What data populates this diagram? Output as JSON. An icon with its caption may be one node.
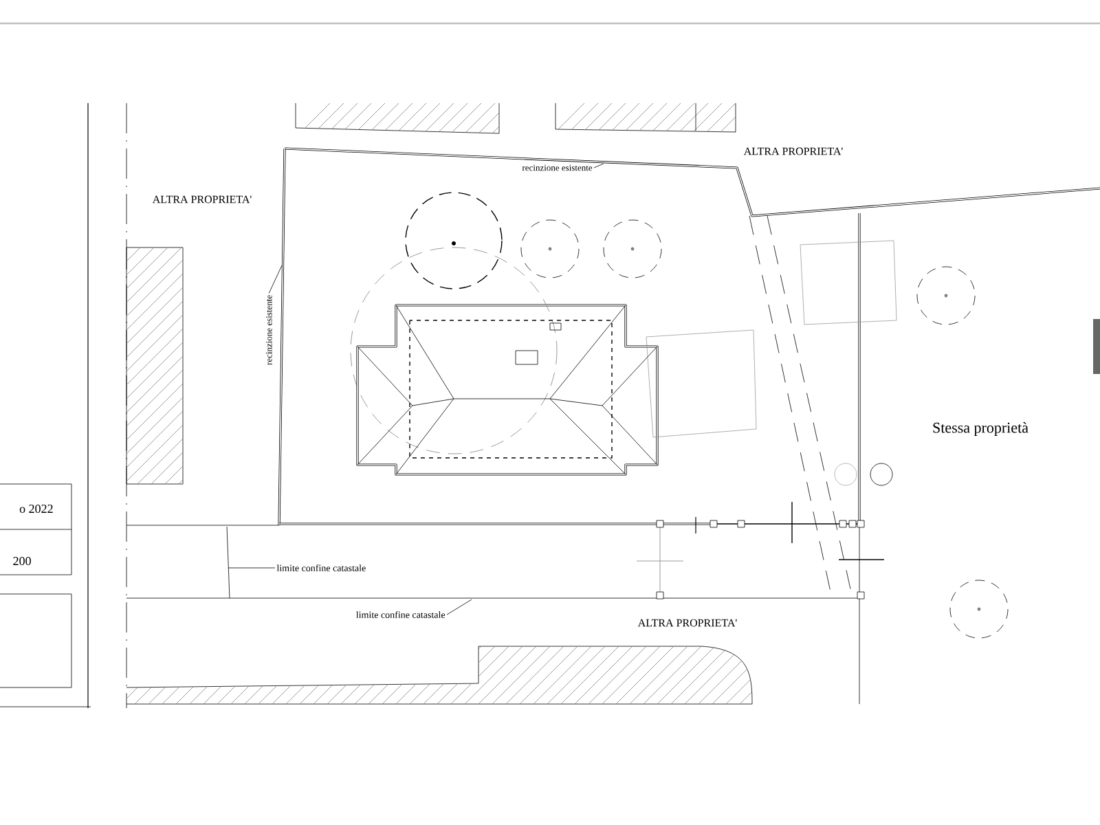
{
  "diagram": {
    "nodes": [
      {
        "text": [
          "recinzione esistente"
        ]
      },
      {
        "text": [
          "recinzione esistente"
        ]
      },
      {
        "text": [
          "limite confine catastale"
        ]
      },
      {
        "text": [
          "limite confine catastale"
        ]
      }
    ],
    "edges": [
      {
        "from": 0,
        "to": null,
        "arrow": "none"
      },
      {
        "from": 1,
        "to": null,
        "arrow": "none"
      },
      {
        "from": 2,
        "to": null,
        "arrow": "none"
      },
      {
        "from": 3,
        "to": null,
        "arrow": "none"
      }
    ],
    "labels": [
      "ALTRA PROPRIETA'",
      "ALTRA PROPRIETA'",
      "Stessa proprietà",
      "o 2022",
      "200",
      "ALTRA PROPRIETA'"
    ]
  }
}
